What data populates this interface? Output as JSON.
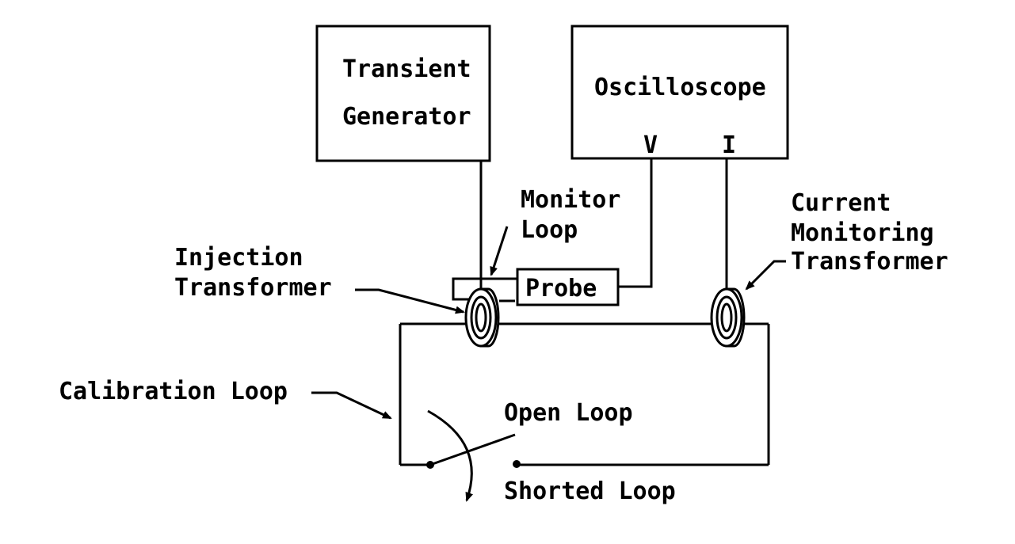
{
  "blocks": {
    "generator_line1": "Transient",
    "generator_line2": "Generator",
    "oscilloscope": "Oscilloscope",
    "probe": "Probe"
  },
  "channels": {
    "voltage": "V",
    "current": "I"
  },
  "labels": {
    "monitor_loop_line1": "Monitor",
    "monitor_loop_line2": "Loop",
    "injection_line1": "Injection",
    "injection_line2": "Transformer",
    "current_monitor_line1": "Current",
    "current_monitor_line2": "Monitoring",
    "current_monitor_line3": "Transformer",
    "calibration_loop": "Calibration Loop",
    "open_loop": "Open Loop",
    "shorted_loop": "Shorted Loop"
  },
  "colors": {
    "stroke": "#000000",
    "background": "#ffffff"
  }
}
